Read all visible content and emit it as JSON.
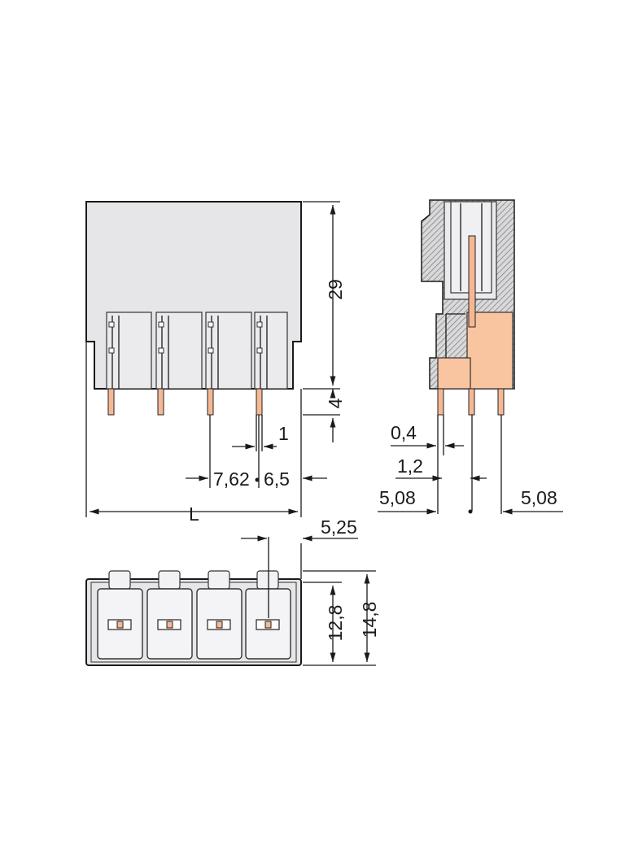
{
  "colors": {
    "housing": "#e6e6e8",
    "pin": "#f5b894",
    "outline": "#1a1a1a"
  },
  "dimensions": {
    "front": {
      "height": "29",
      "pin_length": "4",
      "pin_width": "1",
      "pitch": "7,62",
      "edge_offset": "6,5",
      "length": "L"
    },
    "side": {
      "pin_thickness": "0,4",
      "pin_offset": "1,2",
      "row_left": "5,08",
      "row_right": "5,08"
    },
    "bottom": {
      "offset": "5,25",
      "inner_height": "12,8",
      "outer_height": "14,8"
    }
  }
}
